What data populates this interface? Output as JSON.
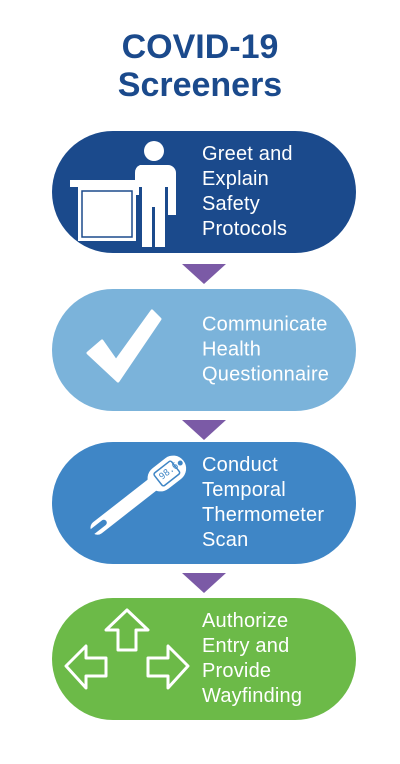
{
  "title": {
    "line1": "COVID-19",
    "line2": "Screeners"
  },
  "colors": {
    "title": "#1b4a8c",
    "arrow": "#7b5aa6",
    "step1": "#1b4a8c",
    "step2": "#7bb3da",
    "step3": "#3f86c6",
    "step4": "#6cba48"
  },
  "steps": [
    {
      "icon": "reception-desk-person-icon",
      "lines": [
        "Greet and",
        "Explain",
        "Safety",
        "Protocols"
      ]
    },
    {
      "icon": "checkmark-icon",
      "lines": [
        "Communicate",
        "Health",
        "Questionnaire"
      ]
    },
    {
      "icon": "thermometer-icon",
      "lines": [
        "Conduct",
        "Temporal",
        "Thermometer",
        "Scan"
      ],
      "thermometer_reading": "98.6"
    },
    {
      "icon": "directional-arrows-icon",
      "lines": [
        "Authorize",
        "Entry and",
        "Provide",
        "Wayfinding"
      ]
    }
  ]
}
